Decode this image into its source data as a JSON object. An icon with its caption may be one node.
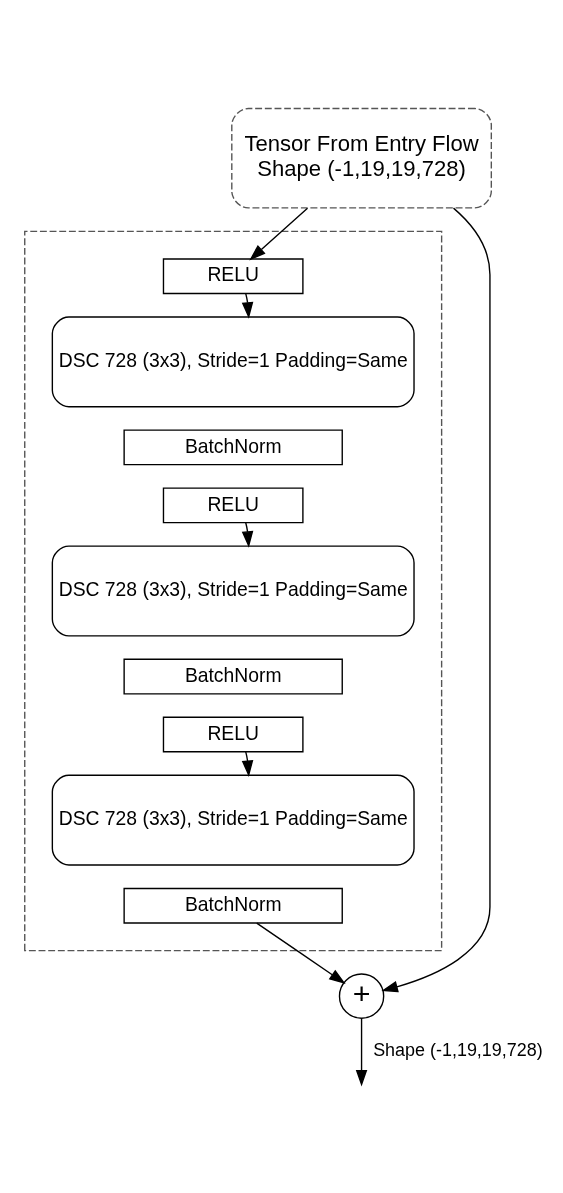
{
  "diagram": {
    "nodes": [
      {
        "text": [
          "Tensor From Entry Flow",
          "Shape (-1,19,19,728)"
        ]
      },
      {
        "text": [],
        "shape": "box"
      },
      {
        "text": [
          "RELU"
        ],
        "in": 1
      },
      {
        "text": [
          "DSC 728 (3x3), Stride=1 Padding=Same"
        ],
        "in": 1
      },
      {
        "text": [
          "BatchNorm"
        ],
        "in": 1
      },
      {
        "text": [
          "RELU"
        ],
        "in": 1
      },
      {
        "text": [
          "DSC 728 (3x3), Stride=1 Padding=Same"
        ],
        "in": 1
      },
      {
        "text": [
          "BatchNorm"
        ],
        "in": 1
      },
      {
        "text": [
          "RELU"
        ],
        "in": 1
      },
      {
        "text": [
          "DSC 728 (3x3), Stride=1 Padding=Same"
        ],
        "in": 1
      },
      {
        "text": [
          "BatchNorm"
        ],
        "in": 1
      },
      {
        "text": [
          "+"
        ]
      }
    ],
    "edges": [
      {
        "from": 0,
        "to": 2,
        "arrow": "to"
      },
      {
        "from": 0,
        "to": 11,
        "arrow": "to"
      },
      {
        "from": 2,
        "to": 3,
        "arrow": "to"
      },
      {
        "from": 5,
        "to": 6,
        "arrow": "to"
      },
      {
        "from": 8,
        "to": 9,
        "arrow": "to"
      },
      {
        "from": 10,
        "to": 11,
        "arrow": "to"
      },
      {
        "from": 11,
        "to": null,
        "arrow": "to",
        "label": "Shape (-1,19,19,728)"
      }
    ]
  }
}
